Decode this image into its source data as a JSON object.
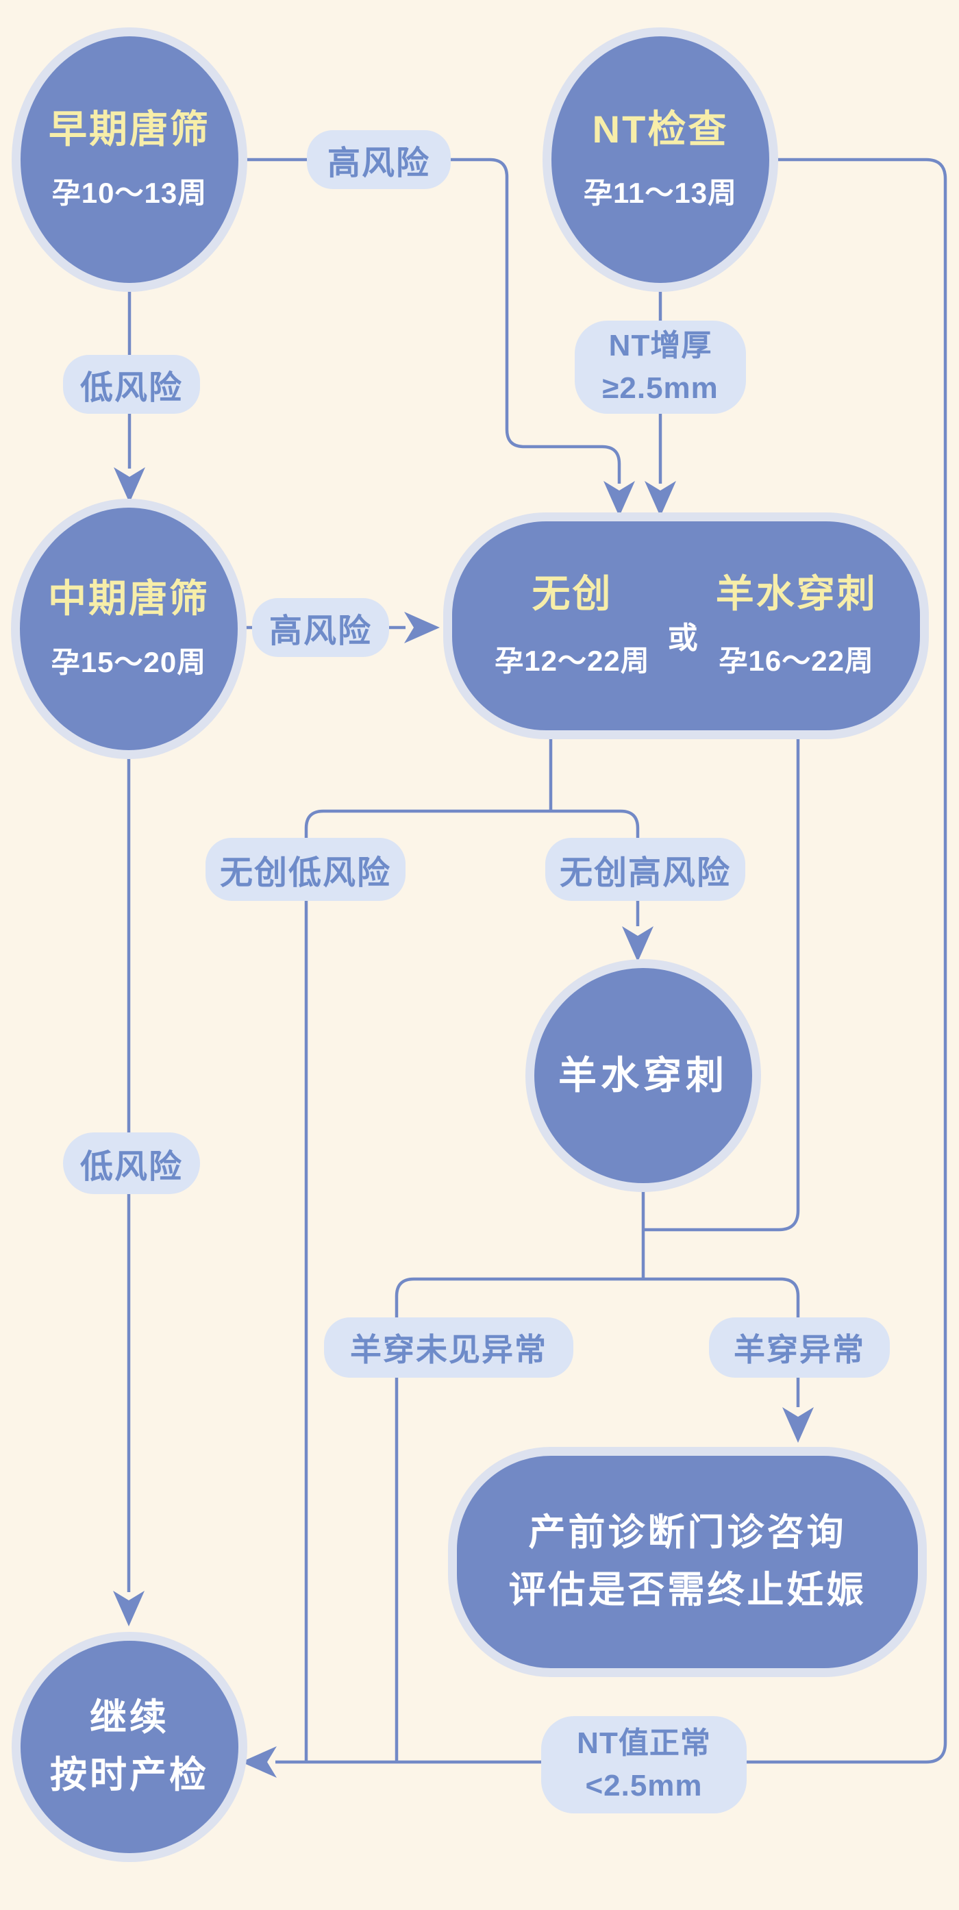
{
  "palette": {
    "background": "#FCF5E8",
    "node_fill": "#7289C5",
    "node_halo": "#DDE2EF",
    "pill_fill": "#DBE4F5",
    "pill_text": "#6E8BC9",
    "line": "#7289C6",
    "title_yellow": "#F7EEA9",
    "text_white": "#FFFFFF"
  },
  "nodes": {
    "early_screen": {
      "title": "早期唐筛",
      "subtitle": "孕10～13周"
    },
    "nt_exam": {
      "title": "NT检查",
      "subtitle": "孕11～13周"
    },
    "mid_screen": {
      "title": "中期唐筛",
      "subtitle": "孕15～20周"
    },
    "nipt_or_amnio": {
      "left_title": "无创",
      "left_subtitle": "孕12～22周",
      "or": "或",
      "right_title": "羊水穿刺",
      "right_subtitle": "孕16～22周"
    },
    "amnio": {
      "title": "羊水穿刺"
    },
    "diagnosis": {
      "line1": "产前诊断门诊咨询",
      "line2": "评估是否需终止妊娠"
    },
    "continue_checkup": {
      "line1": "继续",
      "line2": "按时产检"
    }
  },
  "edge_labels": {
    "high_risk_top": "高风险",
    "low_risk_top": "低风险",
    "nt_thick_line1": "NT增厚",
    "nt_thick_line2": "≥2.5mm",
    "high_risk_mid": "高风险",
    "nipt_low": "无创低风险",
    "nipt_high": "无创高风险",
    "low_risk_mid": "低风险",
    "amnio_normal": "羊穿未见异常",
    "amnio_abnormal": "羊穿异常",
    "nt_normal_line1": "NT值正常",
    "nt_normal_line2": "<2.5mm"
  }
}
